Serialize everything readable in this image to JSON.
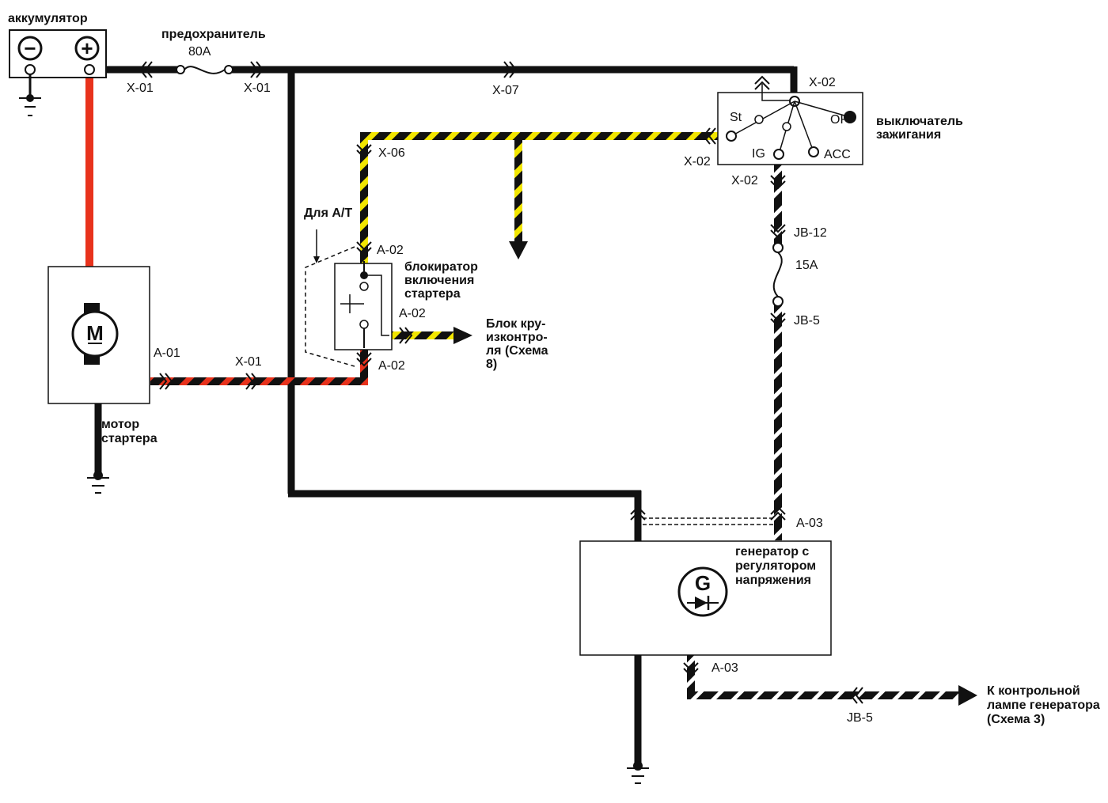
{
  "colors": {
    "wire_black": "#111111",
    "wire_red": "#e8321c",
    "stripe_yellow": "#f2e600",
    "stripe_white": "#ffffff",
    "background": "#ffffff"
  },
  "battery": {
    "title": "аккумулятор",
    "neg_symbol": "−",
    "pos_symbol": "+"
  },
  "fuse_main": {
    "title": "предохранитель",
    "rating": "80A"
  },
  "fuse_ignition": {
    "rating": "15A"
  },
  "connectors": {
    "x01_a": "X-01",
    "x01_b": "X-01",
    "x01_c": "X-01",
    "x07": "X-07",
    "x02_top": "X-02",
    "x02_left": "X-02",
    "x02_bottom": "X-02",
    "x06": "X-06",
    "a02_top": "A-02",
    "a02_right": "A-02",
    "a02_bottom": "A-02",
    "a01": "A-01",
    "jb12": "JB-12",
    "jb5_top": "JB-5",
    "jb5_bottom": "JB-5",
    "a03_top": "A-03",
    "a03_bottom": "A-03"
  },
  "ignition_switch": {
    "title_line1": "выключатель",
    "title_line2": "зажигания",
    "pos_st": "St",
    "pos_off": "OFF",
    "pos_ig": "IG",
    "pos_acc": "ACC"
  },
  "starter_motor": {
    "symbol": "M",
    "label_line1": "мотор",
    "label_line2": "стартера"
  },
  "starter_lock": {
    "note": "Для А/Т",
    "label_line1": "блокиратор",
    "label_line2": "включения",
    "label_line3": "стартера"
  },
  "cruise_control": {
    "line1": "Блок кру-",
    "line2": "изконтро-",
    "line3": "ля (Схема",
    "line4": "8)"
  },
  "generator": {
    "symbol": "G",
    "label_line1": "генератор с",
    "label_line2": "регулятором",
    "label_line3": "напряжения"
  },
  "lamp_ref": {
    "line1": "К  контрольной",
    "line2": "лампе генератора",
    "line3": "(Схема 3)"
  }
}
